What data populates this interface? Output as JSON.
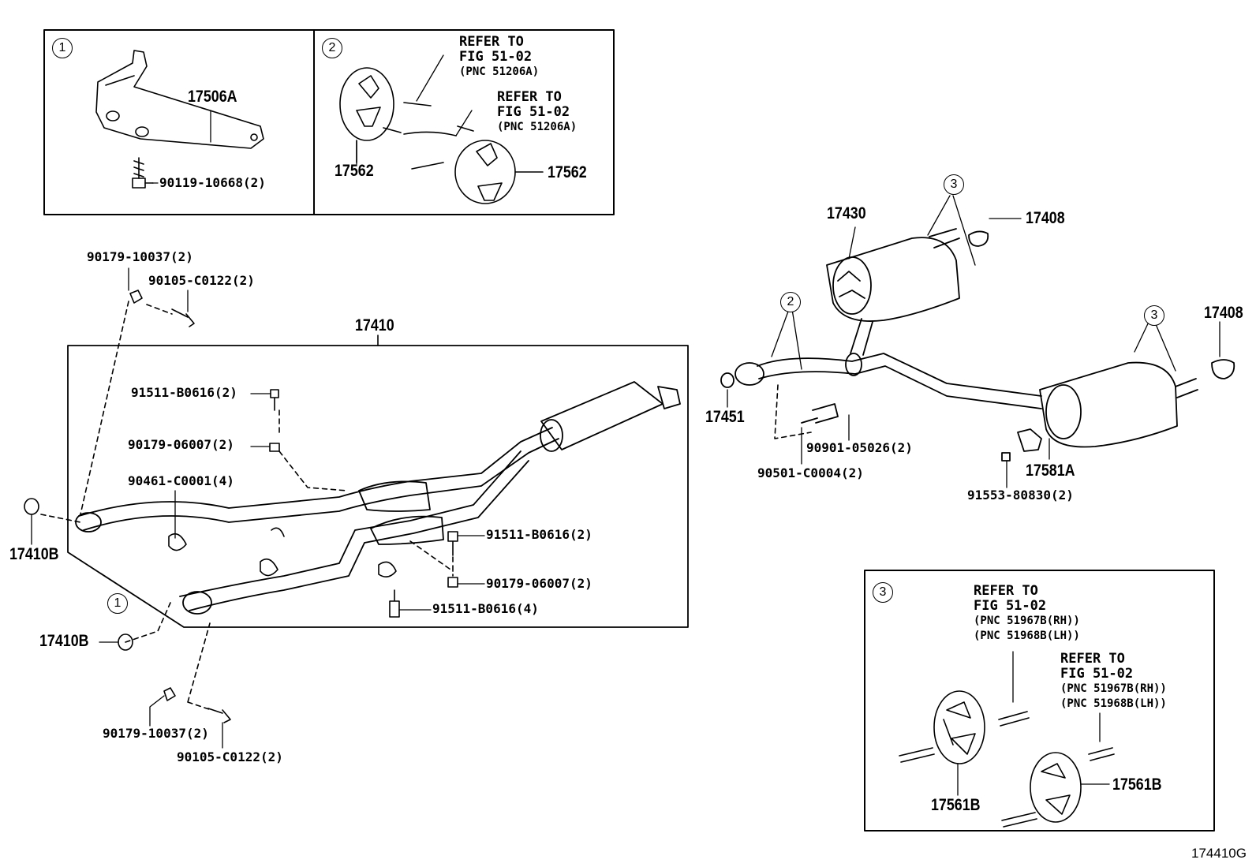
{
  "callouts": {
    "c1": "1",
    "c2": "2",
    "c3": "3"
  },
  "inset1": {
    "bracket": "17506A",
    "bolt": "90119-10668(2)"
  },
  "inset2": {
    "refer_a": [
      "REFER TO",
      "FIG 51-02",
      "(PNC 51206A)"
    ],
    "refer_b": [
      "REFER TO",
      "FIG 51-02",
      "(PNC 51206A)"
    ],
    "hanger_left": "17562",
    "hanger_right": "17562"
  },
  "front": {
    "assembly": "17410",
    "p1": "90179-10037(2)",
    "p2": "90105-C0122(2)",
    "p3": "91511-B0616(2)",
    "p4": "90179-06007(2)",
    "p5": "90461-C0001(4)",
    "p6": "91511-B0616(2)",
    "p7": "90179-06007(2)",
    "p8": "91511-B0616(4)",
    "gasket_a": "17410B",
    "gasket_b": "17410B",
    "p9": "90179-10037(2)",
    "p10": "90105-C0122(2)"
  },
  "rear": {
    "muffler": "17430",
    "tip_a": "17408",
    "tip_b": "17408",
    "gasket": "17451",
    "spring": "90901-05026(2)",
    "bolt": "90501-C0004(2)",
    "bracket": "17581A",
    "bracket_bolt": "91553-80830(2)"
  },
  "inset3": {
    "refer_a": [
      "REFER TO",
      "FIG 51-02",
      "(PNC 51967B(RH))",
      "(PNC 51968B(LH))"
    ],
    "refer_b": [
      "REFER TO",
      "FIG 51-02",
      "(PNC 51967B(RH))",
      "(PNC 51968B(LH))"
    ],
    "hanger_left": "17561B",
    "hanger_right": "17561B"
  },
  "figure_id": "174410G"
}
